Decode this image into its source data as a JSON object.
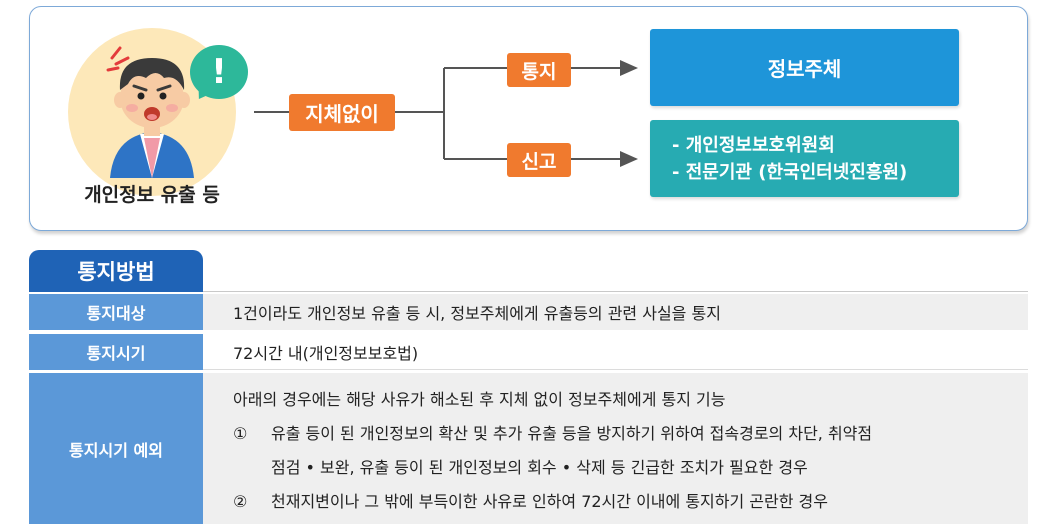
{
  "diagram": {
    "actor_label": "개인정보 유출 등",
    "speech_mark": "!",
    "delay_tag": "지체없이",
    "notify_tag": "통지",
    "report_tag": "신고",
    "subject_box": "정보주체",
    "agencies": [
      "- 개인정보보호위원회",
      "- 전문기관 (한국인터넷진흥원)"
    ],
    "colors": {
      "panel_border": "#7da9d8",
      "tag_orange": "#f07a2e",
      "subject_blue": "#1e95d9",
      "agency_teal": "#27abb2",
      "speech_green": "#2db89a"
    }
  },
  "method": {
    "title": "통지방법",
    "rows": [
      {
        "label": "통지대상",
        "text": "1건이라도 개인정보 유출 등 시, 정보주체에게 유출등의 관련 사실을 통지"
      },
      {
        "label": "통지시기",
        "text": "72시간 내(개인정보보호법)"
      },
      {
        "label": "통지시기 예외",
        "intro": "아래의 경우에는 해당 사유가 해소된 후 지체 없이 정보주체에게 통지 기능",
        "items": [
          {
            "num": "①",
            "line1": "유출 등이 된 개인정보의 확산 및 추가 유출 등을 방지하기 위하여 접속경로의 차단, 취약점",
            "line2": "점검 • 보완, 유출 등이 된 개인정보의 회수 • 삭제 등 긴급한 조치가 필요한 경우"
          },
          {
            "num": "②",
            "line1": "천재지변이나 그 밖에 부득이한 사유로 인하여 72시간 이내에 통지하기 곤란한 경우"
          }
        ]
      }
    ],
    "colors": {
      "title_bg": "#1f63b6",
      "label_bg": "#5b98d8",
      "content_bg": "#efefef"
    }
  }
}
